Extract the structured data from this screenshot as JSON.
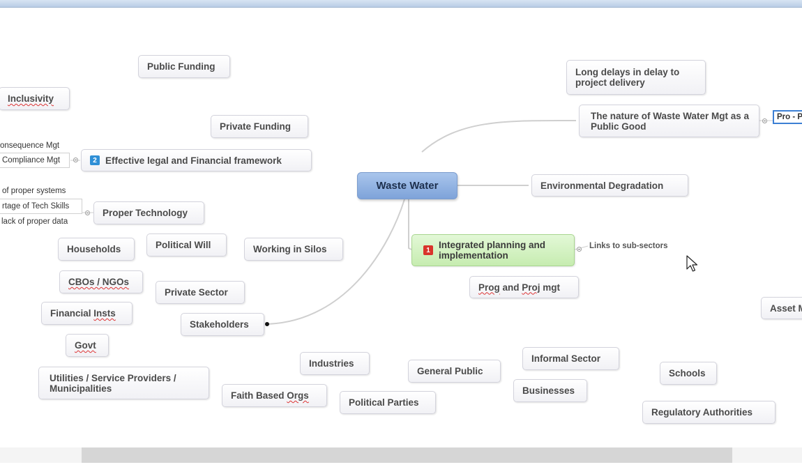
{
  "central": {
    "label": "Waste Water"
  },
  "right": {
    "long_delays": "Long delays in delay to project delivery",
    "nature": "The nature of Waste Water Mgt as a Public Good",
    "pro_edit": "Pro - P",
    "environmental": "Environmental Degradation",
    "integrated": "Integrated planning and implementation",
    "integrated_badge": "1",
    "links_sub": "Links to sub-sectors",
    "prog_proj_a": "Prog",
    "prog_proj_and": " and ",
    "prog_proj_b": "Proj",
    "prog_proj_c": " mgt",
    "asset": "Asset M"
  },
  "left": {
    "public_funding": "Public Funding",
    "inclusivity": "Inclusivity",
    "private_funding": "Private Funding",
    "consequence": "onsequence Mgt",
    "compliance": "Compliance Mgt",
    "legal_badge": "2",
    "legal": "Effective legal and Financial framework",
    "proper_systems": "of proper systems",
    "tech_skills": "rtage of Tech Skills",
    "proper_data": "lack of proper data",
    "proper_tech": "Proper Technology",
    "households": "Households",
    "political_will": "Political Will",
    "silos": "Working in Silos",
    "cbos": "CBOs / NGOs",
    "private_sector": "Private Sector",
    "financial_a": "Financial ",
    "financial_b": "Insts",
    "stakeholders": "Stakeholders",
    "govt": "Govt",
    "utilities": "Utilities / Service Providers / Municipalities"
  },
  "bottom": {
    "industries": "Industries",
    "general_public": "General Public",
    "informal": "Informal Sector",
    "schools": "Schools",
    "faith_a": "Faith Based ",
    "faith_b": "Orgs",
    "political_parties": "Political Parties",
    "businesses": "Businesses",
    "regulatory": "Regulatory Authorities"
  },
  "colors": {
    "central": "#8fb1e2",
    "green": "#c9eeb4",
    "badge1": "#d9342b",
    "badge2": "#2f8fd6"
  }
}
